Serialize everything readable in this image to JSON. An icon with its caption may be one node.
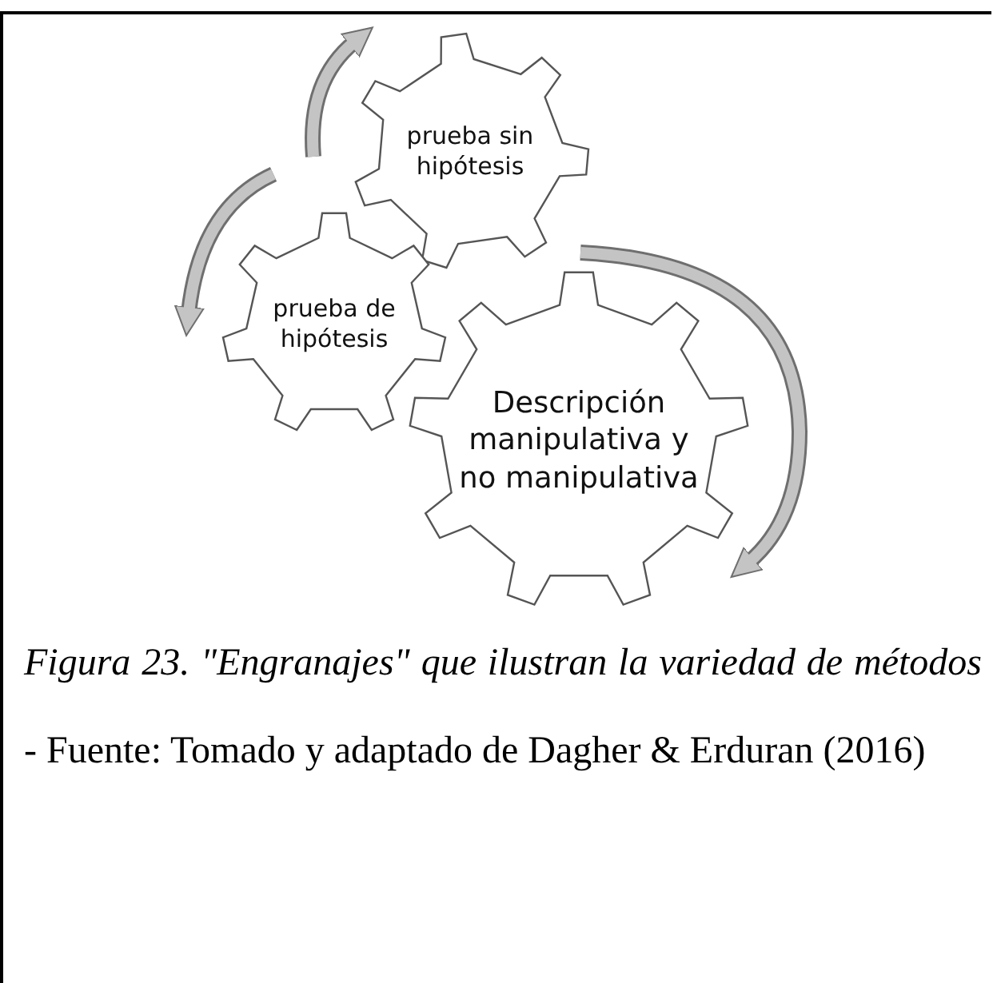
{
  "diagram": {
    "caption": "*Figura 23. \"Engranajes\" que ilustran la variedad de métodos* - Fuente: Tomado y adaptado de Dagher & Erduran (2016)",
    "nodes": [
      {
        "text": [
          "prueba sin hipótesis"
        ]
      },
      {
        "text": [
          "prueba de hipótesis"
        ]
      },
      {
        "text": [
          "Descripción manipulativa y no manipulativa"
        ]
      }
    ]
  }
}
